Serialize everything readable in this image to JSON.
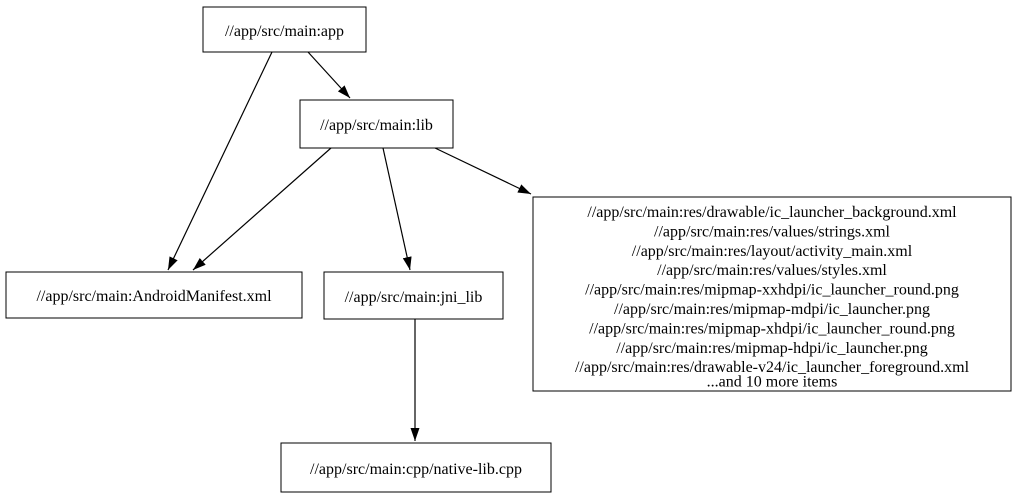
{
  "diagram": {
    "kind": "dependency-graph",
    "background_color": "#ffffff",
    "node_border_color": "#000000",
    "edge_color": "#000000",
    "text_color": "#000000"
  },
  "nodes": {
    "app": {
      "label": "//app/src/main:app"
    },
    "lib": {
      "label": "//app/src/main:lib"
    },
    "android_manifest": {
      "label": "//app/src/main:AndroidManifest.xml"
    },
    "jni_lib": {
      "label": "//app/src/main:jni_lib"
    },
    "res_group": {
      "lines": [
        "//app/src/main:res/drawable/ic_launcher_background.xml",
        "//app/src/main:res/values/strings.xml",
        "//app/src/main:res/layout/activity_main.xml",
        "//app/src/main:res/values/styles.xml",
        "//app/src/main:res/mipmap-xxhdpi/ic_launcher_round.png",
        "//app/src/main:res/mipmap-mdpi/ic_launcher.png",
        "//app/src/main:res/mipmap-xhdpi/ic_launcher_round.png",
        "//app/src/main:res/mipmap-hdpi/ic_launcher.png",
        "//app/src/main:res/drawable-v24/ic_launcher_foreground.xml",
        "...and 10 more items"
      ]
    },
    "native_lib_cpp": {
      "label": "//app/src/main:cpp/native-lib.cpp"
    }
  },
  "edges": [
    {
      "from": "//app/src/main:app",
      "to": "//app/src/main:lib"
    },
    {
      "from": "//app/src/main:app",
      "to": "//app/src/main:AndroidManifest.xml"
    },
    {
      "from": "//app/src/main:lib",
      "to": "//app/src/main:AndroidManifest.xml"
    },
    {
      "from": "//app/src/main:lib",
      "to": "//app/src/main:jni_lib"
    },
    {
      "from": "//app/src/main:lib",
      "to": "res_group"
    },
    {
      "from": "//app/src/main:jni_lib",
      "to": "//app/src/main:cpp/native-lib.cpp"
    }
  ]
}
